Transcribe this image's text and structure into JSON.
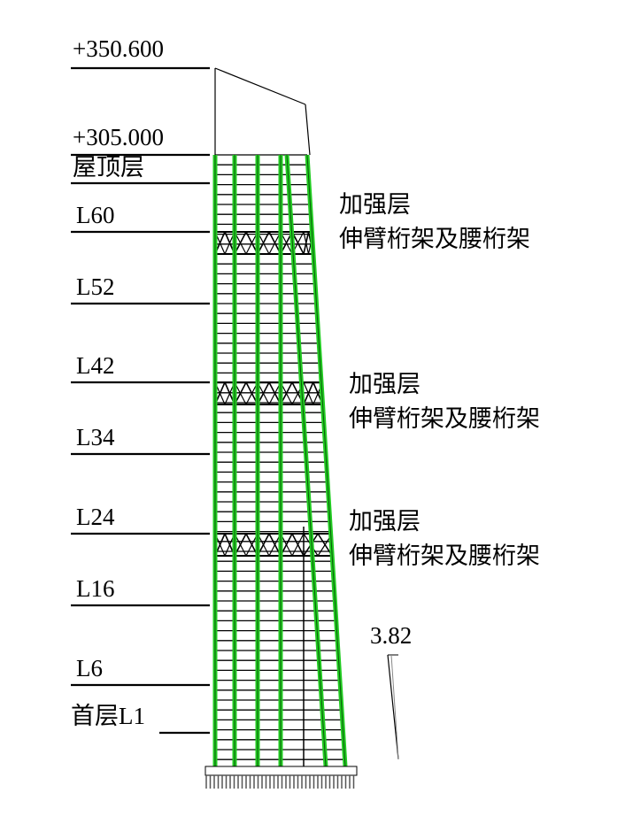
{
  "levels": {
    "top_elev": "+350.600",
    "roof_elev": "+305.000",
    "roof": "屋顶层",
    "l60": "L60",
    "l52": "L52",
    "l42": "L42",
    "l34": "L34",
    "l24": "L24",
    "l16": "L16",
    "l6": "L6",
    "l1": "首层L1"
  },
  "notes": [
    {
      "line1": "加强层",
      "line2": "伸臂桁架及腰桁架"
    },
    {
      "line1": "加强层",
      "line2": "伸臂桁架及腰桁架"
    },
    {
      "line1": "加强层",
      "line2": "伸臂桁架及腰桁架"
    }
  ],
  "drift_angle": "3.82",
  "colors": {
    "column": "#22cc22",
    "line": "#000000"
  }
}
